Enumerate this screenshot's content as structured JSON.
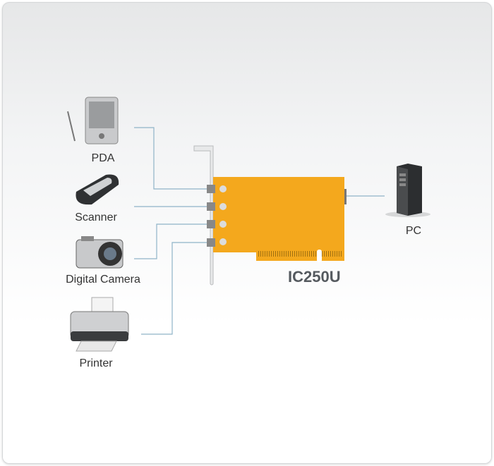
{
  "devices": [
    {
      "label": "PDA",
      "icon": "pda-icon"
    },
    {
      "label": "Scanner",
      "icon": "scanner-icon"
    },
    {
      "label": "Digital Camera",
      "icon": "camera-icon"
    },
    {
      "label": "Printer",
      "icon": "printer-icon"
    }
  ],
  "host": {
    "label": "PC",
    "icon": "pc-tower-icon"
  },
  "card": {
    "model": "IC250U",
    "color": "#f4a81d"
  },
  "line_color": "#8fb3c8"
}
